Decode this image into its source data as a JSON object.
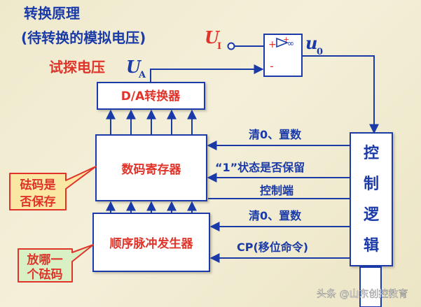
{
  "colors": {
    "blue_text": "#1a3aa8",
    "red_text": "#e0342a",
    "box_fill": "#ffffff",
    "box_stroke": "#1a3aa8",
    "callout_fill": "#fbe7a4",
    "callout_stroke": "#e0342a",
    "callout2_fill": "#d9efc4"
  },
  "header": {
    "title": "转换原理",
    "input_desc": "(待转换的模拟电压)",
    "input_symbol": "U",
    "input_sub": "I",
    "trial_label": "试探电压",
    "trial_symbol": "U",
    "trial_sub": "A"
  },
  "comparator": {
    "plus": "+",
    "minus": "-",
    "output_symbol": "u",
    "output_sub": "0"
  },
  "blocks": {
    "dac": "D/A转换器",
    "register": "数码寄存器",
    "sequencer": "顺序脉冲发生器",
    "control": [
      "控",
      "制",
      "逻",
      "辑"
    ]
  },
  "signals": {
    "clear_set_1": "清0、置数",
    "keep_state": "“1”状态是否保留",
    "control_end": "控制端",
    "clear_set_2": "清0、置数",
    "cp_shift": "CP(移位命令)"
  },
  "callouts": {
    "weight_keep": [
      "砝码是",
      "否保存"
    ],
    "weight_place": [
      "放哪一",
      "个砝码"
    ]
  },
  "watermark": "头条 @山东创控教育"
}
